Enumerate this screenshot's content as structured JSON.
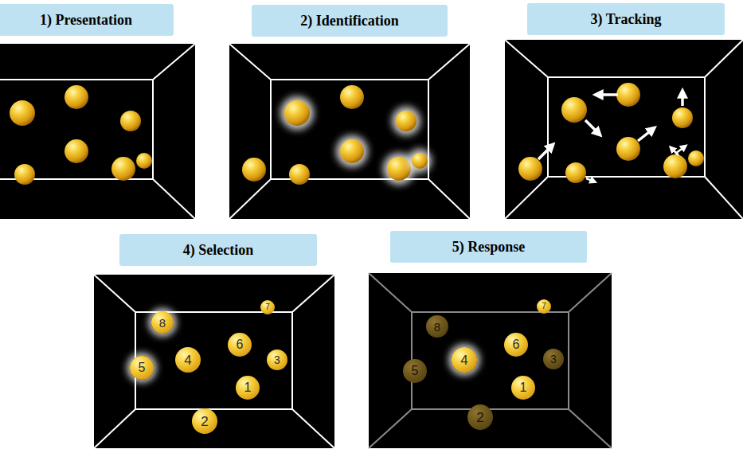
{
  "diagram": {
    "nodes": [
      {
        "text": [
          "1) Presentation"
        ]
      },
      {
        "text": [
          "2) Identification"
        ]
      },
      {
        "text": [
          "3) Tracking"
        ]
      },
      {
        "text": [
          "4) Selection"
        ]
      },
      {
        "text": [
          "5) Response"
        ]
      },
      {
        "text": [
          "8"
        ]
      },
      {
        "text": [
          "7"
        ]
      },
      {
        "text": [
          "6"
        ]
      },
      {
        "text": [
          "4"
        ]
      },
      {
        "text": [
          "3"
        ]
      },
      {
        "text": [
          "5"
        ]
      },
      {
        "text": [
          "1"
        ]
      },
      {
        "text": [
          "2"
        ]
      },
      {
        "text": [
          "7"
        ]
      },
      {
        "text": [
          "8"
        ]
      },
      {
        "text": [
          "6"
        ]
      },
      {
        "text": [
          "4"
        ]
      },
      {
        "text": [
          "3"
        ]
      },
      {
        "text": [
          "5"
        ]
      },
      {
        "text": [
          "1"
        ]
      },
      {
        "text": [
          "2"
        ]
      }
    ]
  }
}
